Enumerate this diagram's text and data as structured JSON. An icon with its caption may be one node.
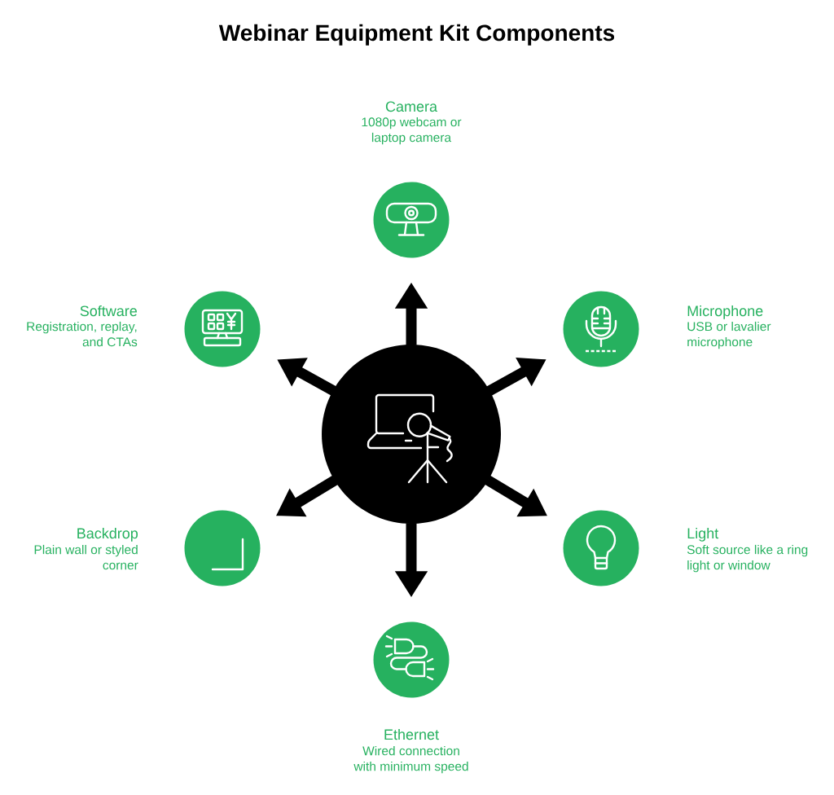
{
  "diagram": {
    "title": "Webinar Equipment Kit Components",
    "nodes": [
      {
        "text": [
          "Camera",
          "1080p webcam or laptop camera"
        ]
      },
      {
        "text": [
          "Software",
          "Registration, replay, and CTAs"
        ]
      },
      {
        "text": [
          "Microphone",
          "USB or lavalier microphone"
        ]
      },
      {
        "text": [],
        "shape": "circle"
      },
      {
        "text": [
          "Backdrop",
          "Plain wall or styled corner"
        ]
      },
      {
        "text": [
          "Light",
          "Soft source like a ring light or window"
        ]
      },
      {
        "text": [
          "Ethernet",
          "Wired connection with minimum speed"
        ]
      }
    ],
    "edges": [
      {
        "from": 3,
        "to": 0,
        "arrow": "to"
      },
      {
        "from": 3,
        "to": 1,
        "arrow": "to"
      },
      {
        "from": 3,
        "to": 2,
        "arrow": "to"
      },
      {
        "from": 3,
        "to": 4,
        "arrow": "to"
      },
      {
        "from": 3,
        "to": 5,
        "arrow": "to"
      },
      {
        "from": 3,
        "to": 6,
        "arrow": "to"
      }
    ]
  }
}
